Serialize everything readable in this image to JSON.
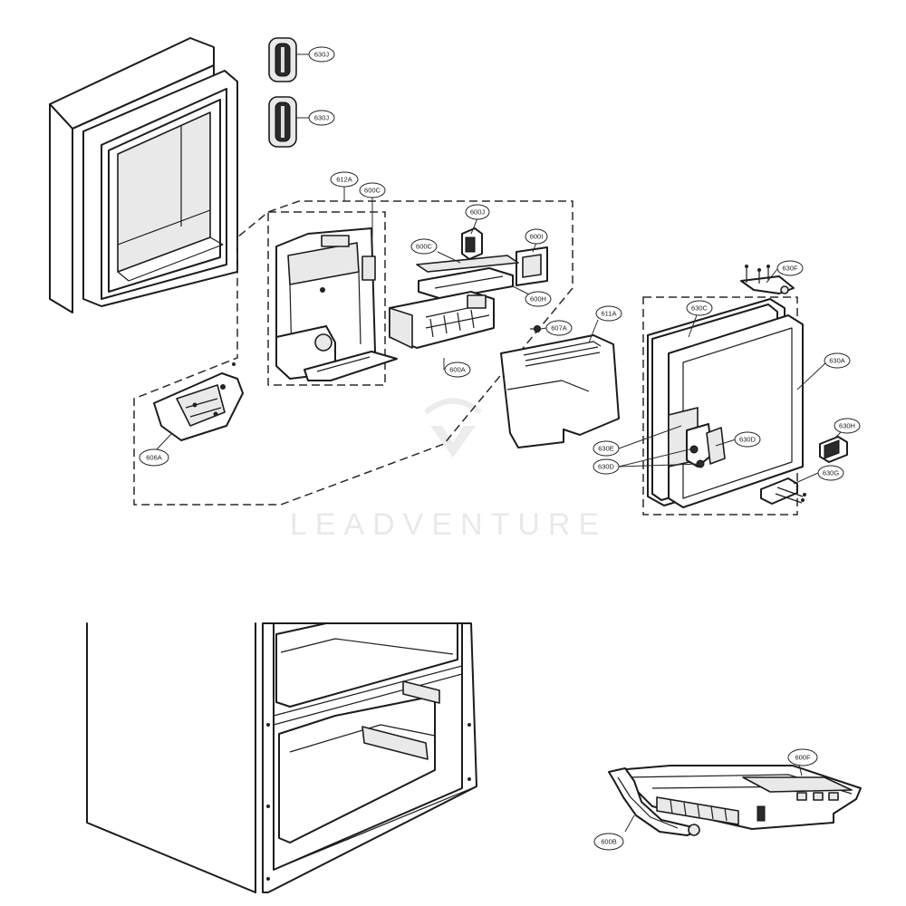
{
  "watermark": "LEADVENTURE",
  "callouts": [
    {
      "id": "c1",
      "label": "630J"
    },
    {
      "id": "c2",
      "label": "630J"
    },
    {
      "id": "c3",
      "label": "612A"
    },
    {
      "id": "c4",
      "label": "600C"
    },
    {
      "id": "c5",
      "label": "600J"
    },
    {
      "id": "c6",
      "label": "600C"
    },
    {
      "id": "c7",
      "label": "600I"
    },
    {
      "id": "c8",
      "label": "600H"
    },
    {
      "id": "c9",
      "label": "607A"
    },
    {
      "id": "c10",
      "label": "600A"
    },
    {
      "id": "c11",
      "label": "611A"
    },
    {
      "id": "c12",
      "label": "606A"
    },
    {
      "id": "c13",
      "label": "630F"
    },
    {
      "id": "c14",
      "label": "630C"
    },
    {
      "id": "c15",
      "label": "630A"
    },
    {
      "id": "c16",
      "label": "630E"
    },
    {
      "id": "c17",
      "label": "630D"
    },
    {
      "id": "c18",
      "label": "630D"
    },
    {
      "id": "c19",
      "label": "630H"
    },
    {
      "id": "c20",
      "label": "630G"
    },
    {
      "id": "c21",
      "label": "600F"
    },
    {
      "id": "c22",
      "label": "600B"
    }
  ]
}
